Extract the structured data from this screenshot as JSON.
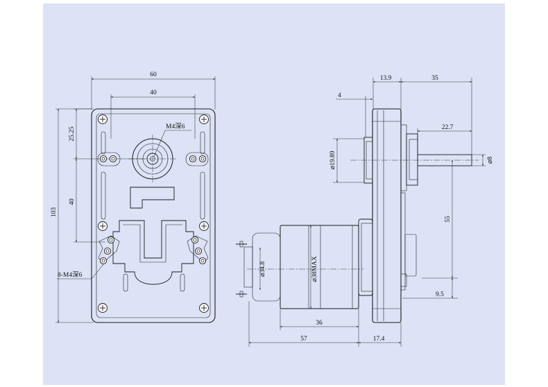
{
  "drawing": {
    "background": "#ffffff",
    "panel_color": "#dde2f6",
    "line_color": "#1a1a1a",
    "front_view": {
      "width_overall": "60",
      "width_inner": "40",
      "height_overall": "103",
      "dim_upper": "25.25",
      "dim_lower": "40",
      "thread_center": "M4深6",
      "thread_holes": "8-M4深6"
    },
    "side_view": {
      "dim_top_left": "13.9",
      "dim_top_right": "35",
      "dim_flange": "4",
      "dim_shaft_len": "22.7",
      "dim_shaft_dia": "⌀8",
      "dim_boss_dia": "⌀19.89",
      "dim_vertical": "55",
      "dim_bottom_right": "9.5",
      "dim_motor_dia": "⌀34.8",
      "dim_motor_max": "⌀38MAX",
      "dim_motor_len": "36",
      "dim_total_len": "57",
      "dim_gearbox_depth": "17.4"
    }
  }
}
